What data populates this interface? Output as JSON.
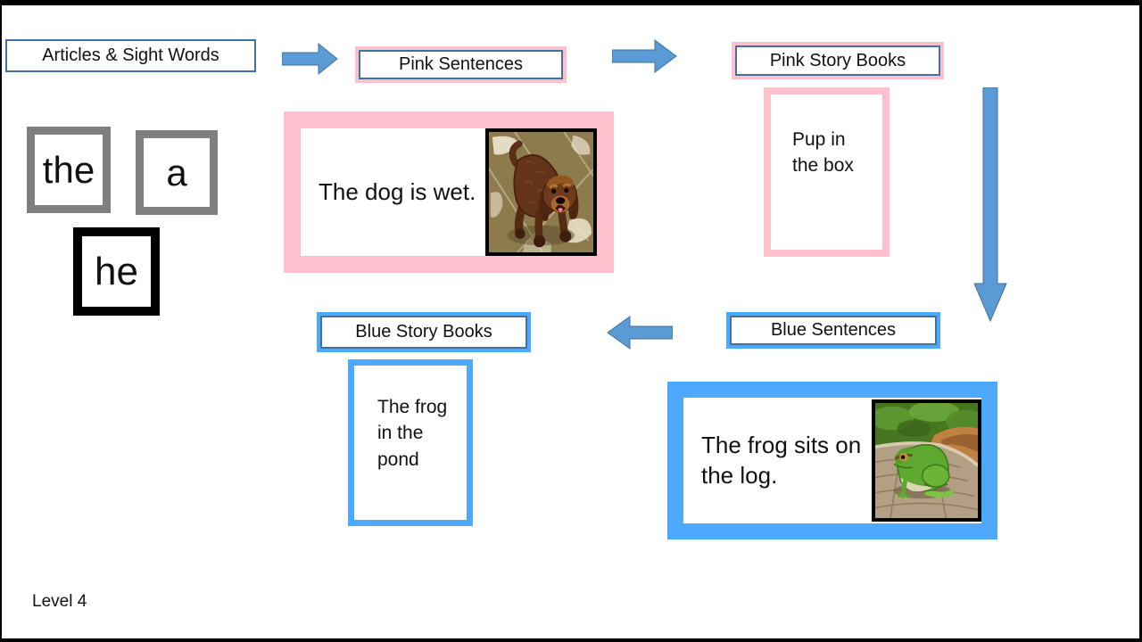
{
  "flow_labels": {
    "articles": "Articles & Sight Words",
    "pink_sentences": "Pink Sentences",
    "pink_story_books": "Pink Story Books",
    "blue_sentences": "Blue Sentences",
    "blue_story_books": "Blue Story Books"
  },
  "word_cards": [
    {
      "word": "the",
      "frame": "gray"
    },
    {
      "word": "a",
      "frame": "gray"
    },
    {
      "word": "he",
      "frame": "black"
    }
  ],
  "pink_sentence_card": {
    "text": "The dog is wet.",
    "image_alt": "wet brown dog standing on wet tile floor"
  },
  "pink_story_book": {
    "lines": [
      "Pup in",
      "the box"
    ]
  },
  "blue_sentence_card": {
    "lines": [
      "The frog sits on",
      "the log."
    ],
    "image_alt": "green frog sitting on a log"
  },
  "blue_story_book": {
    "lines": [
      "The frog",
      "in the",
      "pond"
    ]
  },
  "footer": {
    "level": "Level 4"
  },
  "colors": {
    "arrow_blue": "#5B9BD5",
    "arrow_outline": "#41719C",
    "pink": "#FFC0CE",
    "blue": "#4DA9FB",
    "label_border_blue": "#41719C",
    "gray_frame": "#7F7F7F",
    "black_frame": "#000000"
  }
}
